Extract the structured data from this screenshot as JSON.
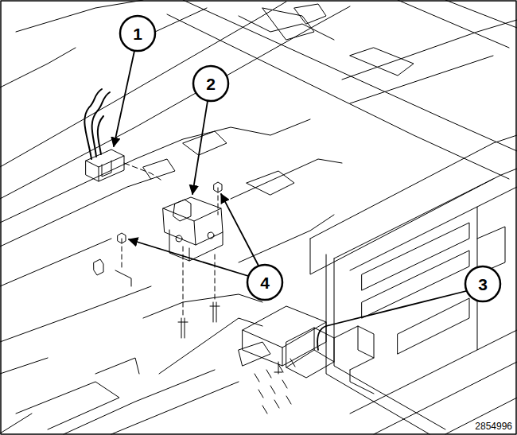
{
  "diagram": {
    "labels": [
      "1",
      "2",
      "3",
      "4",
      "2854996"
    ]
  }
}
